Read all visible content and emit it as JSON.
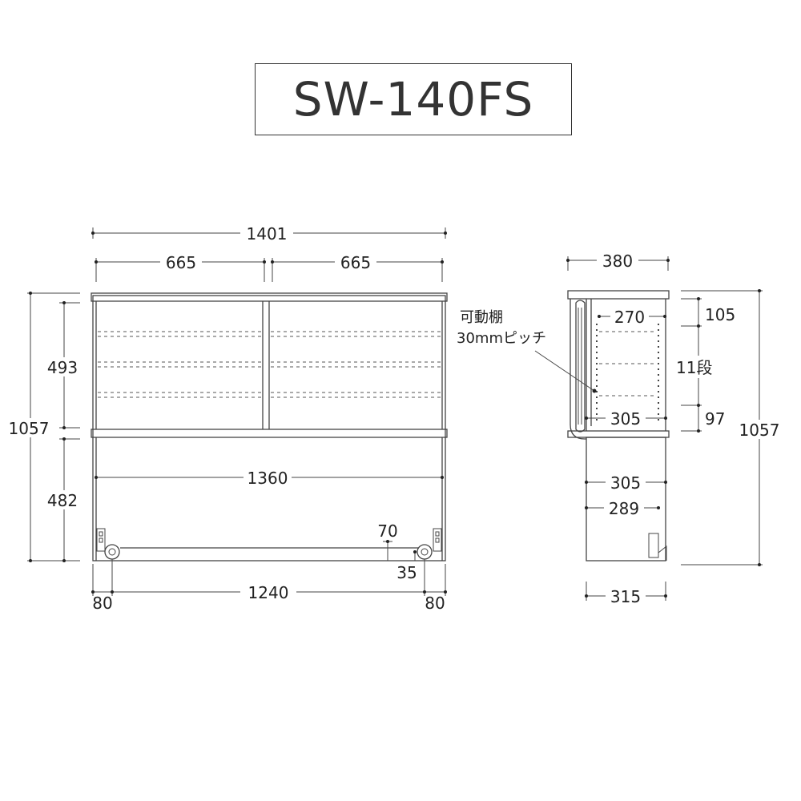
{
  "title": "SW-140FS",
  "front": {
    "total_width": "1401",
    "half_left": "665",
    "half_right": "665",
    "total_height": "1057",
    "upper_height": "493",
    "lower_height": "482",
    "inner_width": "1360",
    "caster_span": "1240",
    "caster_left_offset": "80",
    "caster_right_offset": "80",
    "caster_height": "70",
    "caster_inset": "35"
  },
  "side": {
    "depth_top": "380",
    "shelf_depth_top": "270",
    "shelf_depth_bottom": "305",
    "lower_depth": "305",
    "lower_inner_depth": "289",
    "base_depth": "315",
    "top_gap": "105",
    "bottom_gap": "97",
    "shelf_count": "11段",
    "total_height": "1057",
    "note_line1": "可動棚",
    "note_line2": "30mmピッチ"
  }
}
